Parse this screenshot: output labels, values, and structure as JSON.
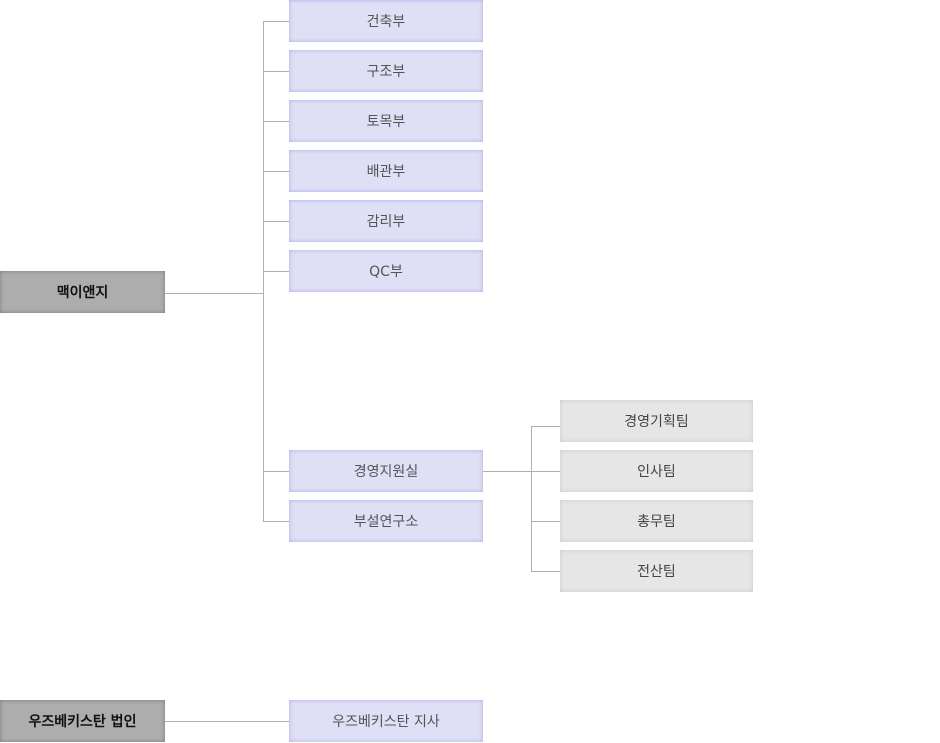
{
  "roots": [
    {
      "label": "맥이앤지"
    },
    {
      "label": "우즈베키스탄 법인"
    }
  ],
  "departments": [
    {
      "label": "건축부"
    },
    {
      "label": "구조부"
    },
    {
      "label": "토목부"
    },
    {
      "label": "배관부"
    },
    {
      "label": "감리부"
    },
    {
      "label": "QC부"
    },
    {
      "label": "경영지원실"
    },
    {
      "label": "부설연구소"
    }
  ],
  "teams": [
    {
      "label": "경영기획팀"
    },
    {
      "label": "인사팀"
    },
    {
      "label": "총무팀"
    },
    {
      "label": "전산팀"
    }
  ],
  "branch": {
    "label": "우즈베키스탄 지사"
  }
}
